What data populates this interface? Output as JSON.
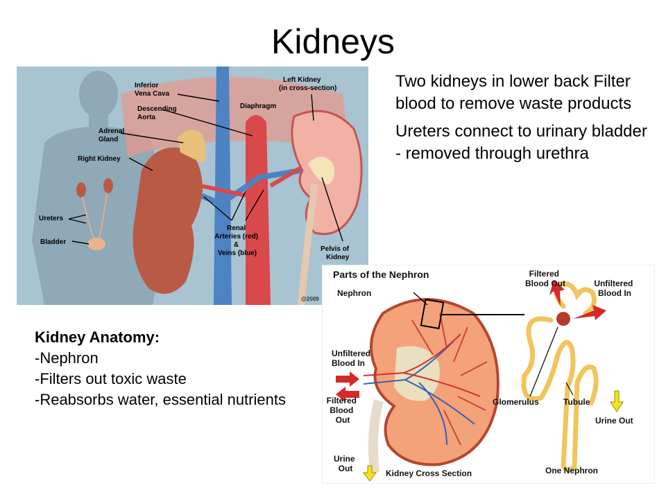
{
  "slide": {
    "title": "Kidneys",
    "bullets": [
      "Two kidneys in lower back Filter blood to remove waste products",
      "Ureters connect to urinary bladder  - removed through urethra"
    ],
    "anatomy_heading": "Kidney Anatomy:",
    "anatomy_items": [
      "-Nephron",
      "-Filters out toxic waste",
      "-Reabsorbs water, essential nutrients"
    ]
  },
  "figure1": {
    "labels": {
      "ivc": [
        "Inferior",
        "Vena Cava"
      ],
      "aorta": [
        "Descending",
        "Aorta"
      ],
      "adrenal": [
        "Adrenal",
        "Gland"
      ],
      "right_kidney": "Right Kidney",
      "ureters": "Ureters",
      "bladder": "Bladder",
      "diaphragm": "Diaphragm",
      "left_kidney": [
        "Left Kidney",
        "(in cross-section)"
      ],
      "renal": [
        "Renal",
        "Arteries (red)",
        "&",
        "Veins (blue)"
      ],
      "pelvis": [
        "Pelvis of",
        "Kidney"
      ],
      "copyright": "@2009"
    }
  },
  "figure2": {
    "labels": {
      "title": "Parts of the Nephron",
      "nephron": "Nephron",
      "filtered_out": [
        "Filtered",
        "Blood Out"
      ],
      "unfiltered_in_right": [
        "Unfiltered",
        "Blood In"
      ],
      "unfiltered_in_left": [
        "Unfiltered",
        "Blood In"
      ],
      "filtered_left": [
        "Filtered",
        "Blood",
        "Out"
      ],
      "glomerulus": "Glomerulus",
      "tubule": "Tubule",
      "urine_out_right": "Urine Out",
      "urine_out_left": [
        "Urine",
        "Out"
      ],
      "cross_section": "Kidney Cross Section",
      "one_nephron": "One Nephron"
    }
  },
  "colors": {
    "panel_bg": "#a8c3d2",
    "silhouette": "#8fa9b8",
    "kidney": "#b95a44",
    "vein": "#4d83c2",
    "artery": "#d9484a",
    "adrenal": "#e8c07a",
    "nephron_tube": "#f2c45c",
    "arrow_red": "#d62828",
    "arrow_yellow": "#f7e11a"
  }
}
